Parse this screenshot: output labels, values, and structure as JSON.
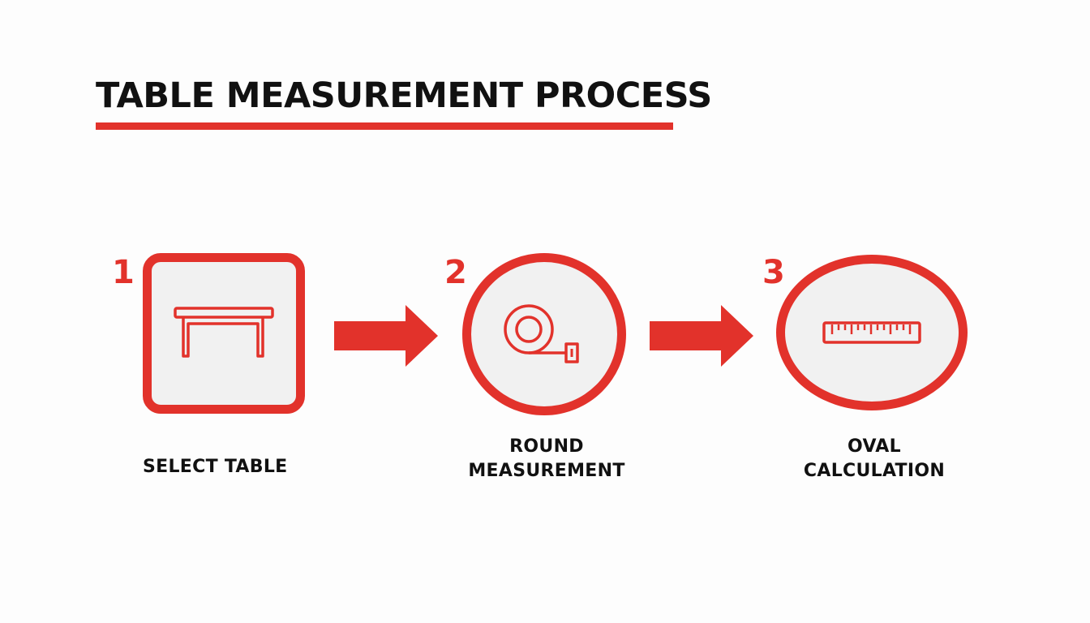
{
  "title": "TABLE MEASUREMENT PROCESS",
  "colors": {
    "accent": "#e2322b",
    "shape_fill": "#f1f1f1",
    "text": "#111111",
    "background": "#fdfdfd"
  },
  "steps": [
    {
      "number": "1",
      "icon": "table-icon",
      "label_lines": [
        "SELECT TABLE"
      ]
    },
    {
      "number": "2",
      "icon": "tape-measure-icon",
      "label_lines": [
        "ROUND",
        "MEASUREMENT"
      ]
    },
    {
      "number": "3",
      "icon": "ruler-icon",
      "label_lines": [
        "OVAL",
        "CALCULATION"
      ]
    }
  ]
}
